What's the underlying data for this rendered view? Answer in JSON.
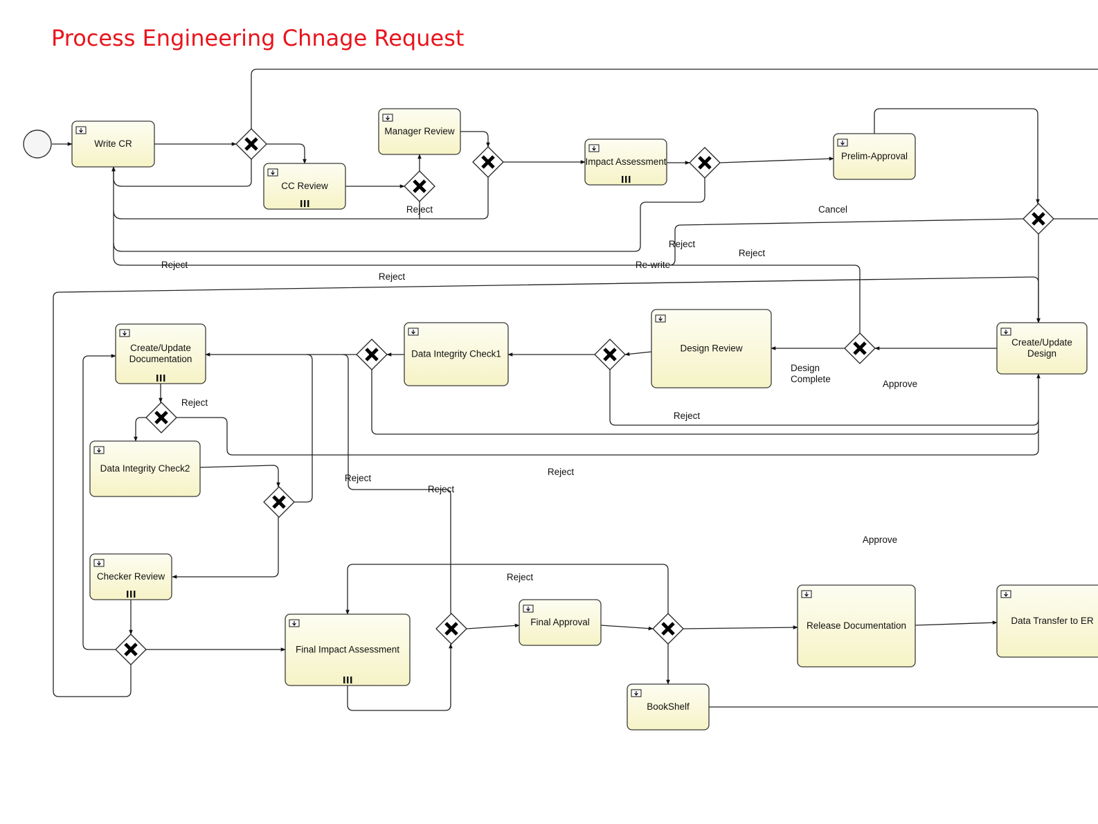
{
  "title": "Process Engineering Chnage Request",
  "colors": {
    "title": "#e8141c",
    "task_fill_top": "#fdfdf2",
    "task_fill_bottom": "#f6f3c6",
    "stroke": "#222222"
  },
  "tasks": [
    {
      "id": "write_cr",
      "lines": [
        "Write CR"
      ],
      "multi": false
    },
    {
      "id": "cc_review",
      "lines": [
        "CC Review"
      ],
      "multi": true
    },
    {
      "id": "manager_review",
      "lines": [
        "Manager Review"
      ],
      "multi": false
    },
    {
      "id": "impact_assessment",
      "lines": [
        "Impact Assessment"
      ],
      "multi": true
    },
    {
      "id": "prelim_approval",
      "lines": [
        "Prelim-Approval"
      ],
      "multi": false
    },
    {
      "id": "create_update_design",
      "lines": [
        "Create/Update",
        "Design"
      ],
      "multi": false
    },
    {
      "id": "design_review",
      "lines": [
        "Design Review"
      ],
      "multi": false
    },
    {
      "id": "data_integrity_check1",
      "lines": [
        "Data Integrity Check1"
      ],
      "multi": false
    },
    {
      "id": "create_update_documentation",
      "lines": [
        "Create/Update",
        "Documentation"
      ],
      "multi": true
    },
    {
      "id": "data_integrity_check2",
      "lines": [
        "Data Integrity Check2"
      ],
      "multi": false
    },
    {
      "id": "checker_review",
      "lines": [
        "Checker Review"
      ],
      "multi": true
    },
    {
      "id": "final_impact_assessment",
      "lines": [
        "Final Impact Assessment"
      ],
      "multi": true
    },
    {
      "id": "final_approval",
      "lines": [
        "Final Approval"
      ],
      "multi": false
    },
    {
      "id": "bookshelf",
      "lines": [
        "BookShelf"
      ],
      "multi": false
    },
    {
      "id": "release_documentation",
      "lines": [
        "Release Documentation"
      ],
      "multi": false
    },
    {
      "id": "data_transfer",
      "lines": [
        "Data Transfer to ER"
      ],
      "multi": false
    }
  ],
  "edge_labels": [
    {
      "id": "reject_cc",
      "lines": [
        "Reject"
      ]
    },
    {
      "id": "cancel",
      "lines": [
        "Cancel"
      ]
    },
    {
      "id": "reject_prelim",
      "lines": [
        "Reject"
      ]
    },
    {
      "id": "reject_design_top",
      "lines": [
        "Reject"
      ]
    },
    {
      "id": "reject_left",
      "lines": [
        "Reject"
      ]
    },
    {
      "id": "rewrite",
      "lines": [
        "Re-write"
      ]
    },
    {
      "id": "reject_long",
      "lines": [
        "Reject"
      ]
    },
    {
      "id": "design_complete",
      "lines": [
        "Design",
        "Complete"
      ]
    },
    {
      "id": "approve_design",
      "lines": [
        "Approve"
      ]
    },
    {
      "id": "reject_design_review",
      "lines": [
        "Reject"
      ]
    },
    {
      "id": "reject_doc",
      "lines": [
        "Reject"
      ]
    },
    {
      "id": "reject_mid",
      "lines": [
        "Reject"
      ]
    },
    {
      "id": "reject_dic1",
      "lines": [
        "Reject"
      ]
    },
    {
      "id": "reject_fia",
      "lines": [
        "Reject"
      ]
    },
    {
      "id": "approve_final",
      "lines": [
        "Approve"
      ]
    },
    {
      "id": "reject_final",
      "lines": [
        "Reject"
      ]
    }
  ]
}
